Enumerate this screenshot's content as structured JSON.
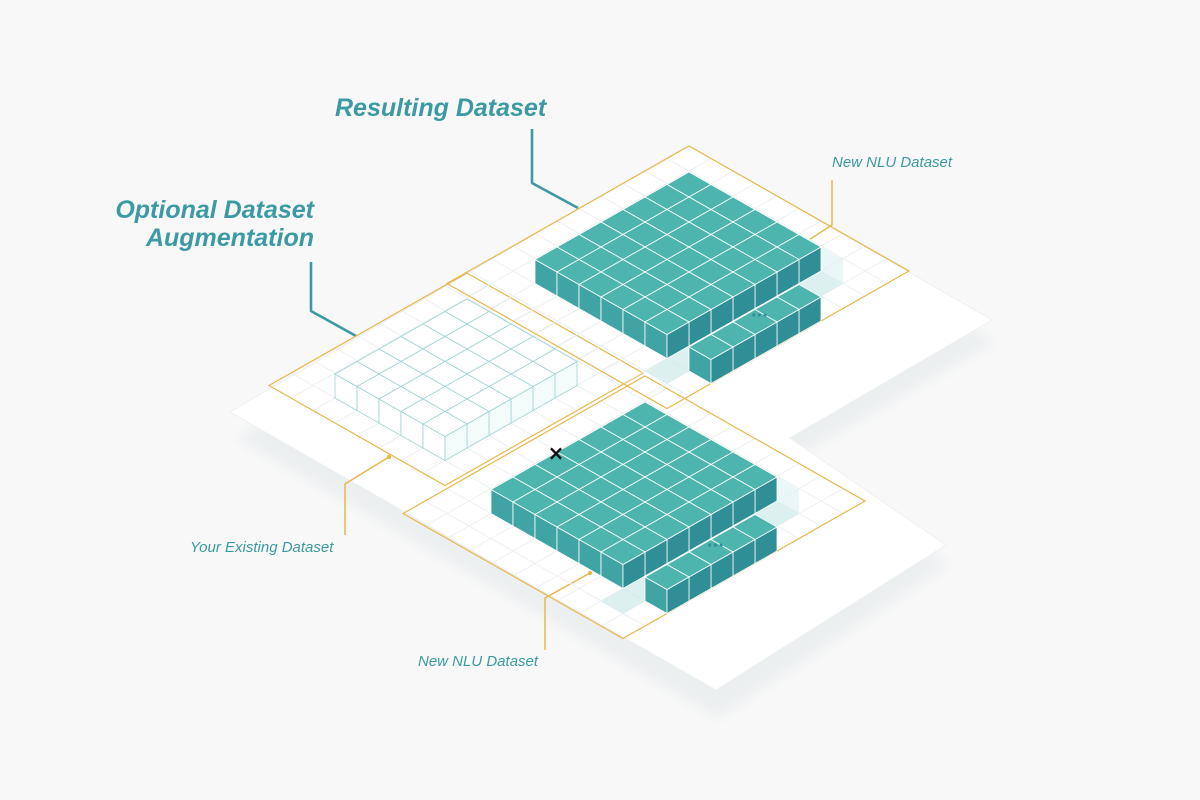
{
  "labels": {
    "resulting_dataset": "Resulting Dataset",
    "augmentation_line1": "Optional Dataset",
    "augmentation_line2": "Augmentation",
    "new_nlu_top": "New NLU Dataset",
    "existing_dataset": "Your Existing Dataset",
    "new_nlu_bottom": "New NLU Dataset",
    "operator_symbol": "×",
    "ellipsis": "..."
  },
  "grids": {
    "existing": {
      "rows": 6,
      "cols": 5,
      "filled": false
    },
    "new_nlu_input": {
      "rows": 7,
      "cols": 6,
      "filled": true,
      "extra_row_cells": 5
    },
    "new_nlu_result": {
      "rows": 7,
      "cols": 6,
      "filled": true,
      "extra_row_cells": 5
    }
  },
  "colors": {
    "background": "#f8f8f8",
    "platform": "#ffffff",
    "teal_top": "#4db5ad",
    "teal_left": "#3fa4a3",
    "teal_right": "#2f8e96",
    "teal_text": "#3b9aa3",
    "gold_lines": "#e7b84a",
    "empty_cube_stroke": "#9fd3d4"
  }
}
